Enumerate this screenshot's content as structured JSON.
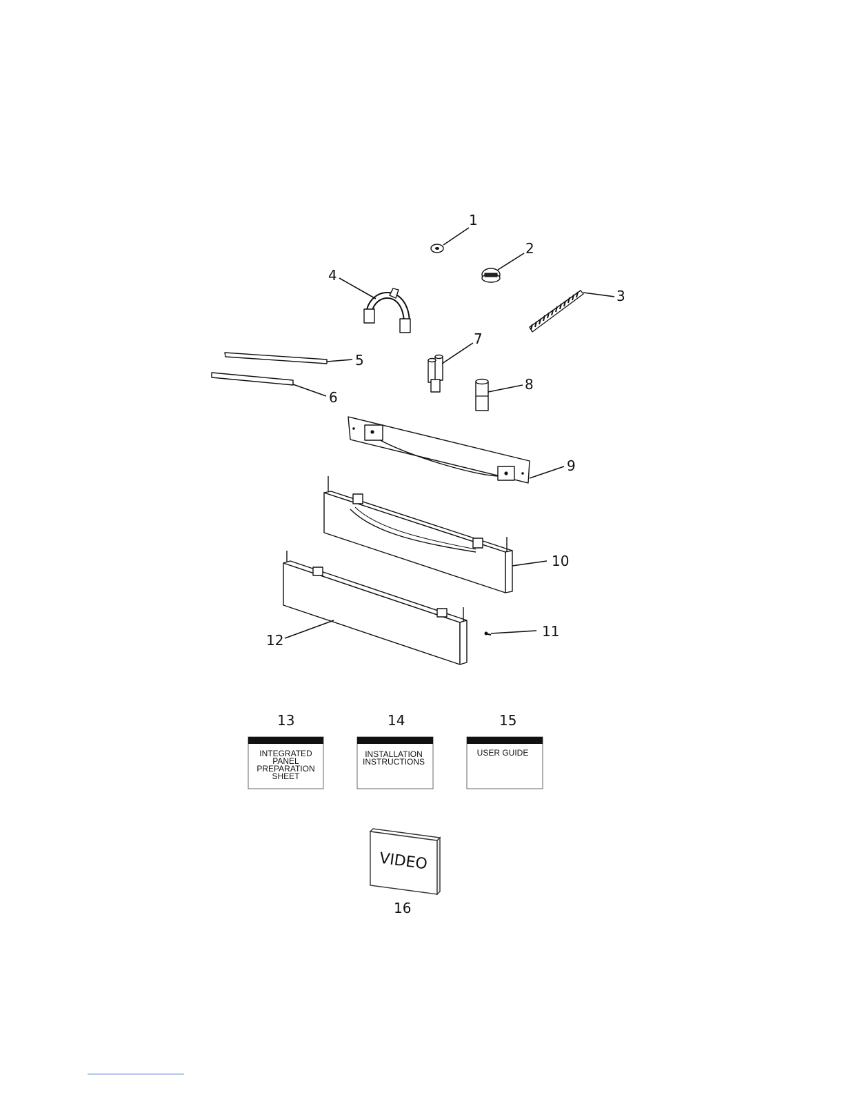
{
  "callouts": [
    "1",
    "2",
    "3",
    "4",
    "5",
    "6",
    "7",
    "8",
    "9",
    "10",
    "11",
    "12",
    "13",
    "14",
    "15",
    "16"
  ],
  "documents": {
    "doc13": [
      "INTEGRATED",
      "PANEL",
      "PREPARATION",
      "SHEET"
    ],
    "doc14": [
      "INSTALLATION",
      "INSTRUCTIONS"
    ],
    "doc15": [
      "USER GUIDE"
    ]
  },
  "video_label": "VIDEO"
}
